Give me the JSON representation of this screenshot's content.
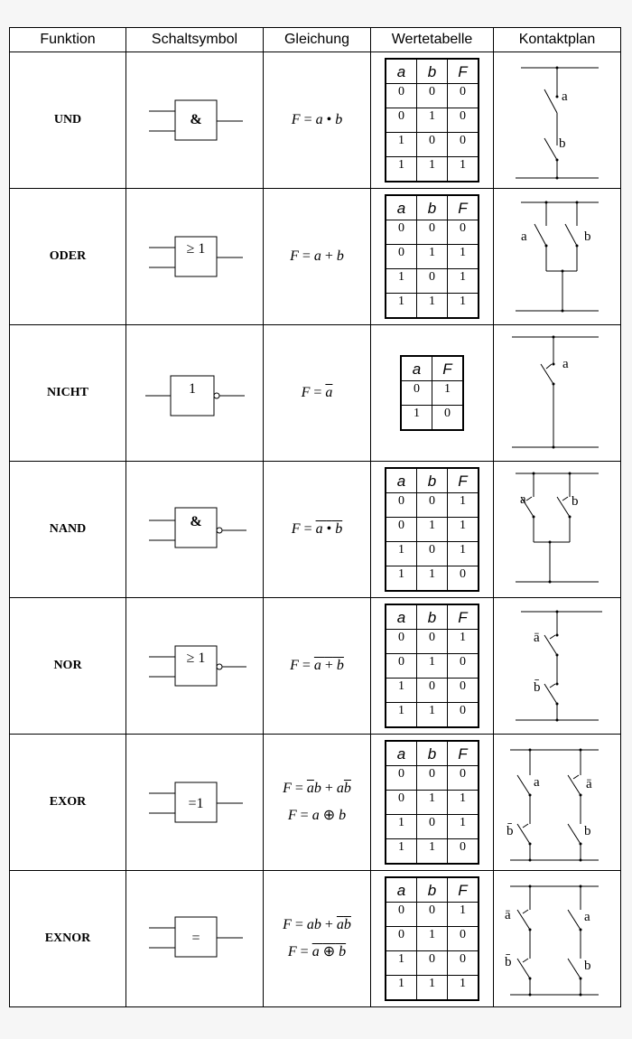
{
  "header": {
    "col_function": "Funktion",
    "col_symbol": "Schaltsymbol",
    "col_equation": "Gleichung",
    "col_truth_table": "Wertetabelle",
    "col_contact_plan": "Kontaktplan"
  },
  "rows": [
    {
      "function": "UND",
      "gate_symbol": "&",
      "equation": [
        "F = a • b"
      ],
      "tt_header": [
        "a",
        "b",
        "F"
      ],
      "tt_rows": [
        [
          "0",
          "0",
          "0"
        ],
        [
          "0",
          "1",
          "0"
        ],
        [
          "1",
          "0",
          "0"
        ],
        [
          "1",
          "1",
          "1"
        ]
      ],
      "contacts": [
        "a",
        "b"
      ]
    },
    {
      "function": "ODER",
      "gate_symbol": "≥ 1",
      "equation": [
        "F = a + b"
      ],
      "tt_header": [
        "a",
        "b",
        "F"
      ],
      "tt_rows": [
        [
          "0",
          "0",
          "0"
        ],
        [
          "0",
          "1",
          "1"
        ],
        [
          "1",
          "0",
          "1"
        ],
        [
          "1",
          "1",
          "1"
        ]
      ],
      "contacts": [
        "a",
        "b"
      ]
    },
    {
      "function": "NICHT",
      "gate_symbol": "1",
      "equation": [
        "F = ā"
      ],
      "tt_header": [
        "a",
        "F"
      ],
      "tt_rows": [
        [
          "0",
          "1"
        ],
        [
          "1",
          "0"
        ]
      ],
      "contacts": [
        "a"
      ]
    },
    {
      "function": "NAND",
      "gate_symbol": "&",
      "equation": [
        "F = a • b (overlined)"
      ],
      "tt_header": [
        "a",
        "b",
        "F"
      ],
      "tt_rows": [
        [
          "0",
          "0",
          "1"
        ],
        [
          "0",
          "1",
          "1"
        ],
        [
          "1",
          "0",
          "1"
        ],
        [
          "1",
          "1",
          "0"
        ]
      ],
      "contacts": [
        "a",
        "b"
      ]
    },
    {
      "function": "NOR",
      "gate_symbol": "≥ 1",
      "equation": [
        "F = a + b (overlined)"
      ],
      "tt_header": [
        "a",
        "b",
        "F"
      ],
      "tt_rows": [
        [
          "0",
          "0",
          "1"
        ],
        [
          "0",
          "1",
          "0"
        ],
        [
          "1",
          "0",
          "0"
        ],
        [
          "1",
          "1",
          "0"
        ]
      ],
      "contacts": [
        "ā",
        "b̄"
      ]
    },
    {
      "function": "EXOR",
      "gate_symbol": "=1",
      "equation": [
        "F = āb + ab̄",
        "F = a ⊕ b"
      ],
      "tt_header": [
        "a",
        "b",
        "F"
      ],
      "tt_rows": [
        [
          "0",
          "0",
          "0"
        ],
        [
          "0",
          "1",
          "1"
        ],
        [
          "1",
          "0",
          "1"
        ],
        [
          "1",
          "1",
          "0"
        ]
      ],
      "contacts": [
        "a",
        "ā",
        "b̄",
        "b"
      ]
    },
    {
      "function": "EXNOR",
      "gate_symbol": "=",
      "equation": [
        "F = ab + āb̄",
        "F = a ⊕ b (overlined)"
      ],
      "tt_header": [
        "a",
        "b",
        "F"
      ],
      "tt_rows": [
        [
          "0",
          "0",
          "1"
        ],
        [
          "0",
          "1",
          "0"
        ],
        [
          "1",
          "0",
          "0"
        ],
        [
          "1",
          "1",
          "1"
        ]
      ],
      "contacts": [
        "ā",
        "a",
        "b̄",
        "b"
      ]
    }
  ]
}
